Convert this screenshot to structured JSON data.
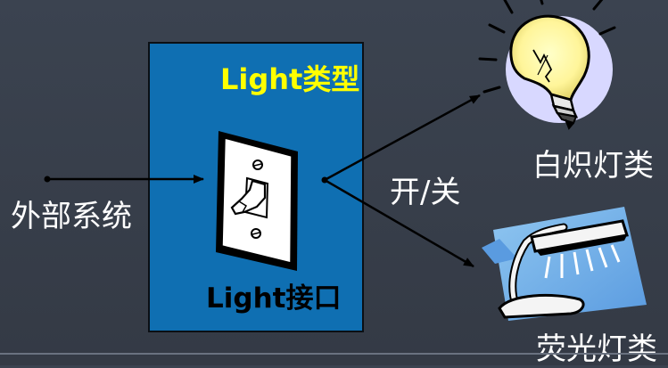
{
  "diagram": {
    "box_title": "Light类型",
    "interface_label": "Light接口",
    "external_system": "外部系统",
    "on_off": "开/关",
    "incandescent": "白炽灯类",
    "fluorescent": "荧光灯类"
  },
  "colors": {
    "background": "#3b4350",
    "box_fill": "#0f6fb2",
    "title_color": "#ffff00",
    "interface_text": "#000000",
    "label_text": "#ffffff",
    "arrows": "#000000"
  },
  "icons": {
    "switch": "light-switch-icon",
    "bulb": "light-bulb-icon",
    "lamp": "fluorescent-lamp-icon"
  }
}
